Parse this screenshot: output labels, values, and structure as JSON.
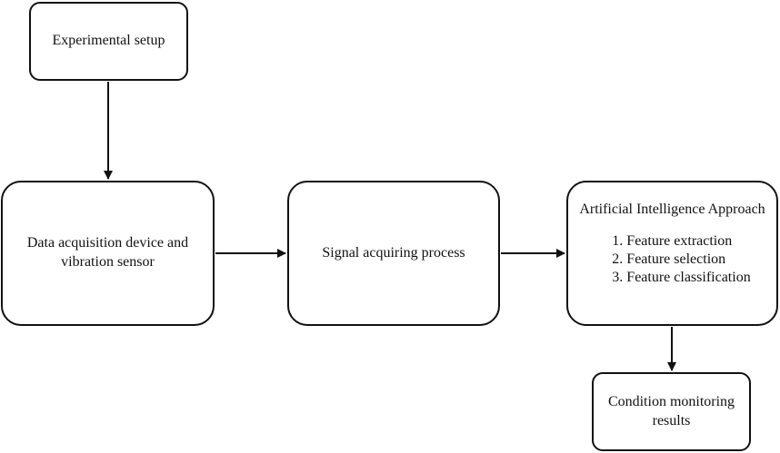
{
  "nodes": {
    "setup": {
      "label": "Experimental setup"
    },
    "daq": {
      "line1": "Data acquisition device and",
      "line2": "vibration sensor"
    },
    "signal": {
      "label": "Signal acquiring process"
    },
    "ai": {
      "title": "Artificial Intelligence Approach",
      "items": [
        "1. Feature extraction",
        "2. Feature selection",
        "3. Feature classification"
      ]
    },
    "result": {
      "line1": "Condition monitoring",
      "line2": "results"
    }
  },
  "edges": [
    {
      "from": "setup",
      "to": "daq"
    },
    {
      "from": "daq",
      "to": "signal"
    },
    {
      "from": "signal",
      "to": "ai"
    },
    {
      "from": "ai",
      "to": "result"
    }
  ]
}
